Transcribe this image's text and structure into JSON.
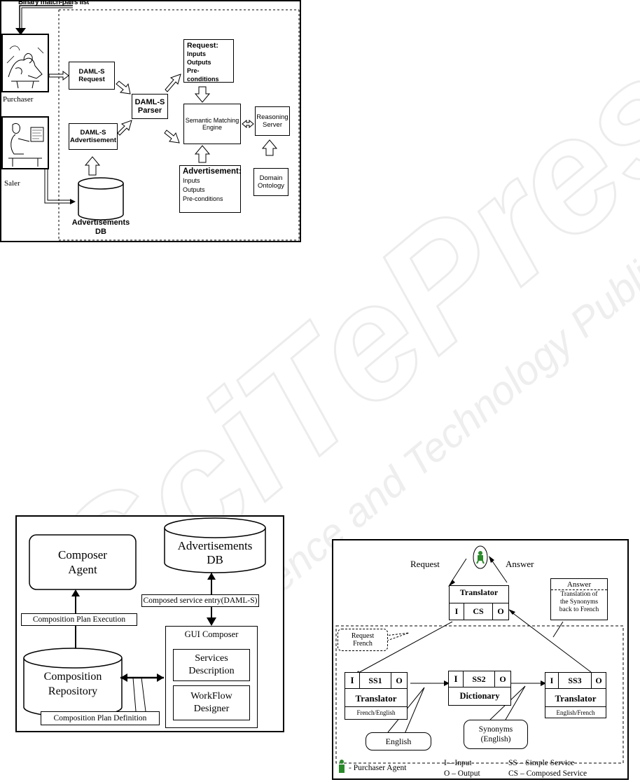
{
  "watermark": {
    "text": "SciTePress",
    "subtitle": "Science and Technology Publications"
  },
  "fig1": {
    "top_label": "Binary match-pairs list",
    "purchaser_label": "Purchaser",
    "saler_label": "Saler",
    "daml_request": [
      "DAML-S",
      "Request"
    ],
    "daml_advertisement": [
      "DAML-S",
      "Advertisement"
    ],
    "parser": [
      "DAML-S",
      "Parser"
    ],
    "request_box": {
      "title": "Request:",
      "items": [
        "Inputs",
        "Outputs",
        "Pre-conditions"
      ]
    },
    "engine": [
      "Semantic Matching",
      "Engine"
    ],
    "reasoning": [
      "Reasoning",
      "Server"
    ],
    "advertisement_box": {
      "title": "Advertisement:",
      "items": [
        "Inputs",
        "Outputs",
        "Pre-conditions"
      ]
    },
    "ontology": [
      "Domain",
      "Ontology"
    ],
    "db_label": [
      "Advertisements",
      "DB"
    ]
  },
  "fig2": {
    "composer_agent": [
      "Composer",
      "Agent"
    ],
    "advertisements_db": [
      "Advertisements",
      "DB"
    ],
    "composed_entry": "Composed service entry(DAML-S)",
    "plan_execution": "Composition Plan Execution",
    "gui_composer": "GUI Composer",
    "services_description": [
      "Services",
      "Description"
    ],
    "workflow_designer": [
      "WorkFlow",
      "Designer"
    ],
    "repository": [
      "Composition",
      "Repository"
    ],
    "plan_definition": "Composition Plan Definition"
  },
  "fig3": {
    "request_label": "Request",
    "answer_label": "Answer",
    "answer_note_title": "Answer",
    "answer_note_lines": [
      "Translation of",
      "the Synonyms",
      "back to French"
    ],
    "request_note": [
      "Request",
      "French"
    ],
    "translator_top": {
      "title": "Translator",
      "cells": [
        "I",
        "CS",
        "O"
      ]
    },
    "ss1": {
      "cells": [
        "I",
        "SS1",
        "O"
      ],
      "name": "Translator",
      "sub": "French/English"
    },
    "ss2": {
      "cells": [
        "I",
        "SS2",
        "O"
      ],
      "name": "Dictionary"
    },
    "ss3": {
      "cells": [
        "I",
        "SS3",
        "O"
      ],
      "name": "Translator",
      "sub": "English/French"
    },
    "english_bubble": "English",
    "synonyms_bubble": [
      "Synonyms",
      "(English)"
    ],
    "legend": {
      "agent": "- Purchaser Agent",
      "input": "I – Input",
      "output": "O – Output",
      "simple": "SS – Simple Service",
      "composed": "CS – Composed Service"
    }
  }
}
